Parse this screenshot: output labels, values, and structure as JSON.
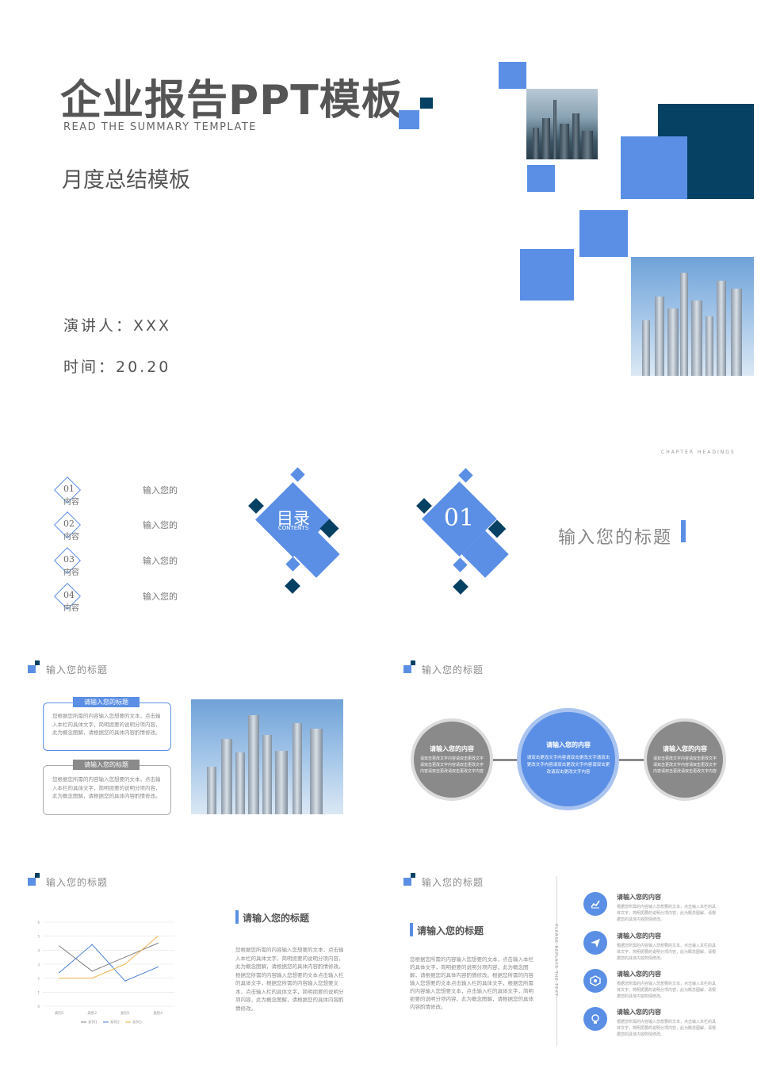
{
  "cover": {
    "title": "企业报告PPT模板",
    "subtitle_en": "READ THE SUMMARY TEMPLATE",
    "subtitle_cn": "月度总结模板",
    "speaker": "演讲人：XXX",
    "time": "时间：20.20"
  },
  "toc": {
    "items": [
      {
        "num": "01",
        "tail": "内容",
        "label": "输入您的"
      },
      {
        "num": "02",
        "tail": "内容",
        "label": "输入您的"
      },
      {
        "num": "03",
        "tail": "内容",
        "label": "输入您的"
      },
      {
        "num": "04",
        "tail": "内容",
        "label": "输入您的"
      }
    ],
    "center_cn": "目录",
    "center_en": "CONTENTS"
  },
  "chapter": {
    "heading_small": "CHAPTER HEADINGS",
    "number": "01",
    "title": "输入您的标题"
  },
  "slide3": {
    "head": "输入您的标题",
    "box1_label": "请输入您的标题",
    "box1_text": "您根据您所需的内容输入您想要的文本，点击输入本栏的具体文字，简明扼要的说明分项内容，此为概念图解，请根据您的具体内容酌情修改。",
    "box2_label": "请输入您的标题",
    "box2_text": "您根据您所需的内容输入您想要的文本，点击输入本栏的具体文字，简明扼要的说明分项内容，此为概念图解，请根据您的具体内容酌情修改。"
  },
  "slide4": {
    "head": "输入您的标题",
    "circles": [
      {
        "title": "请输入您的内容",
        "text": "请双击更改文字内容请双击更改文字请双击更改文字内容请双击更改文字内容请双击更改请双击更改文字内容"
      },
      {
        "title": "请输入您的内容",
        "text": "请双击更改文字内容请双击更改文字请双击更改文字内容请双击更改文字内容请双击更改请双击更改文字内容"
      },
      {
        "title": "请输入您的内容",
        "text": "请双击更改文字内容请双击更改文字请双击更改文字内容请双击更改文字内容请双击更改请双击更改文字内容"
      }
    ]
  },
  "slide5": {
    "head": "输入您的标题",
    "text_title": "请输入您的标题",
    "text": "您根据您所需的内容输入您想要的文本，点击输入本栏的具体文字，简明扼要的说明分项内容，此为概念图解，请根据您的具体内容酌情修改。根据您所需的内容输入您想要的文本点击输入栏的具体文字，根据您所需的内容输入您想要文本，点击输入栏的具体文字，简明扼要的说明分项内容，此为概念图解，请根据您的具体内容酌情修改。"
  },
  "chart_data": {
    "type": "line",
    "categories": [
      "类别1",
      "类别2",
      "类别3",
      "类别4"
    ],
    "ylim": [
      0,
      6
    ],
    "yticks": [
      "0",
      "1",
      "2",
      "3",
      "4",
      "5",
      "6"
    ],
    "grid": true,
    "legend": "bottom",
    "series": [
      {
        "name": "系列1",
        "values": [
          4.3,
          2.5,
          3.5,
          4.5
        ],
        "color": "#7f7f7f"
      },
      {
        "name": "系列2",
        "values": [
          2.4,
          4.4,
          1.8,
          2.8
        ],
        "color": "#4a7fd6"
      },
      {
        "name": "系列3",
        "values": [
          2.0,
          2.0,
          3.0,
          5.0
        ],
        "color": "#f0b24a"
      }
    ]
  },
  "slide6": {
    "head": "输入您的标题",
    "text_title": "请输入您的标题",
    "text": "您根据您所需的内容输入您想要的文本，点击输入本栏的具体文字，简明扼要的说明分项内容，此为概念图解，请根据您的具体内容酌情修改。根据您所需的内容输入您想要的文本点击输入栏的具体文字，根据您所需的内容输入您想要文本，点击输入栏的具体文字，简明扼要的说明分项内容，此为概念图解，请根据您的具体内容酌情修改。",
    "vertical_text": "PLEASE REPLACE THE TEXT",
    "items": [
      {
        "icon": "chart-icon",
        "title": "请输入您的内容",
        "text": "根据您所需的内容输入您想要的文本，点击输入本栏的具体文字，简明扼要的说明分项内容，此为概念图解，请根据您的具体内容酌情修改。"
      },
      {
        "icon": "paper-plane-icon",
        "title": "请输入您的内容",
        "text": "根据您所需的内容输入您想要的文本，点击输入本栏的具体文字，简明扼要的说明分项内容，此为概念图解，请根据您的具体内容酌情修改。"
      },
      {
        "icon": "box-icon",
        "title": "请输入您的内容",
        "text": "根据您所需的内容输入您想要的文本，点击输入本栏的具体文字，简明扼要的说明分项内容，此为概念图解，请根据您的具体内容酌情修改。"
      },
      {
        "icon": "lightbulb-icon",
        "title": "请输入您的内容",
        "text": "根据您所需的内容输入您想要的文本，点击输入本栏的具体文字，简明扼要的说明分项内容，此为概念图解，请根据您的具体内容酌情修改。"
      }
    ]
  },
  "colors": {
    "accent": "#5b8fe5",
    "navy": "#064063",
    "gray": "#8a8a8a"
  }
}
